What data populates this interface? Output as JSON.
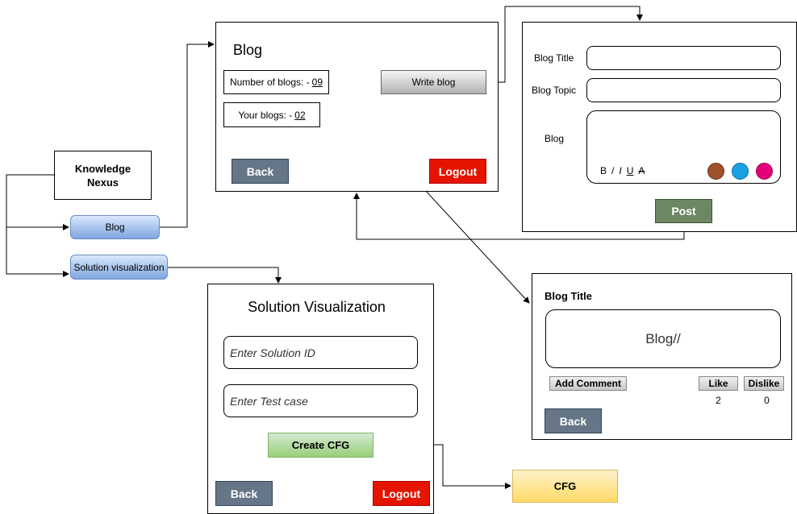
{
  "main": {
    "title_line1": "Knowledge",
    "title_line2": "Nexus",
    "blog_button": "Blog",
    "solution_button": "Solution visualization"
  },
  "blog_page": {
    "title": "Blog",
    "number_of_blogs_label": "Number of blogs: - ",
    "number_of_blogs_value": "09",
    "your_blogs_label": "Your blogs: - ",
    "your_blogs_value": "02",
    "write_blog_button": "Write blog",
    "back_button": "Back",
    "logout_button": "Logout"
  },
  "write_page": {
    "blog_title_label": "Blog Title",
    "blog_topic_label": "Blog Topic",
    "blog_label": "Blog",
    "format_bold": "B",
    "format_sep": "/",
    "format_italic": "I",
    "format_underline": "U",
    "format_strike": "A",
    "color_swatches": [
      "#a0522d",
      "#1ba1e2",
      "#e3007d"
    ],
    "post_button": "Post"
  },
  "view_page": {
    "blog_title": "Blog Title",
    "blog_content": "Blog//",
    "add_comment_button": "Add Comment",
    "like_button": "Like",
    "dislike_button": "Dislike",
    "like_count": "2",
    "dislike_count": "0",
    "back_button": "Back"
  },
  "solution_page": {
    "title": "Solution Visualization",
    "solution_id_placeholder": "Enter Solution ID",
    "test_case_placeholder": "Enter Test case",
    "create_cfg_button": "Create CFG",
    "back_button": "Back",
    "logout_button": "Logout"
  },
  "cfg_box": {
    "label": "CFG"
  }
}
